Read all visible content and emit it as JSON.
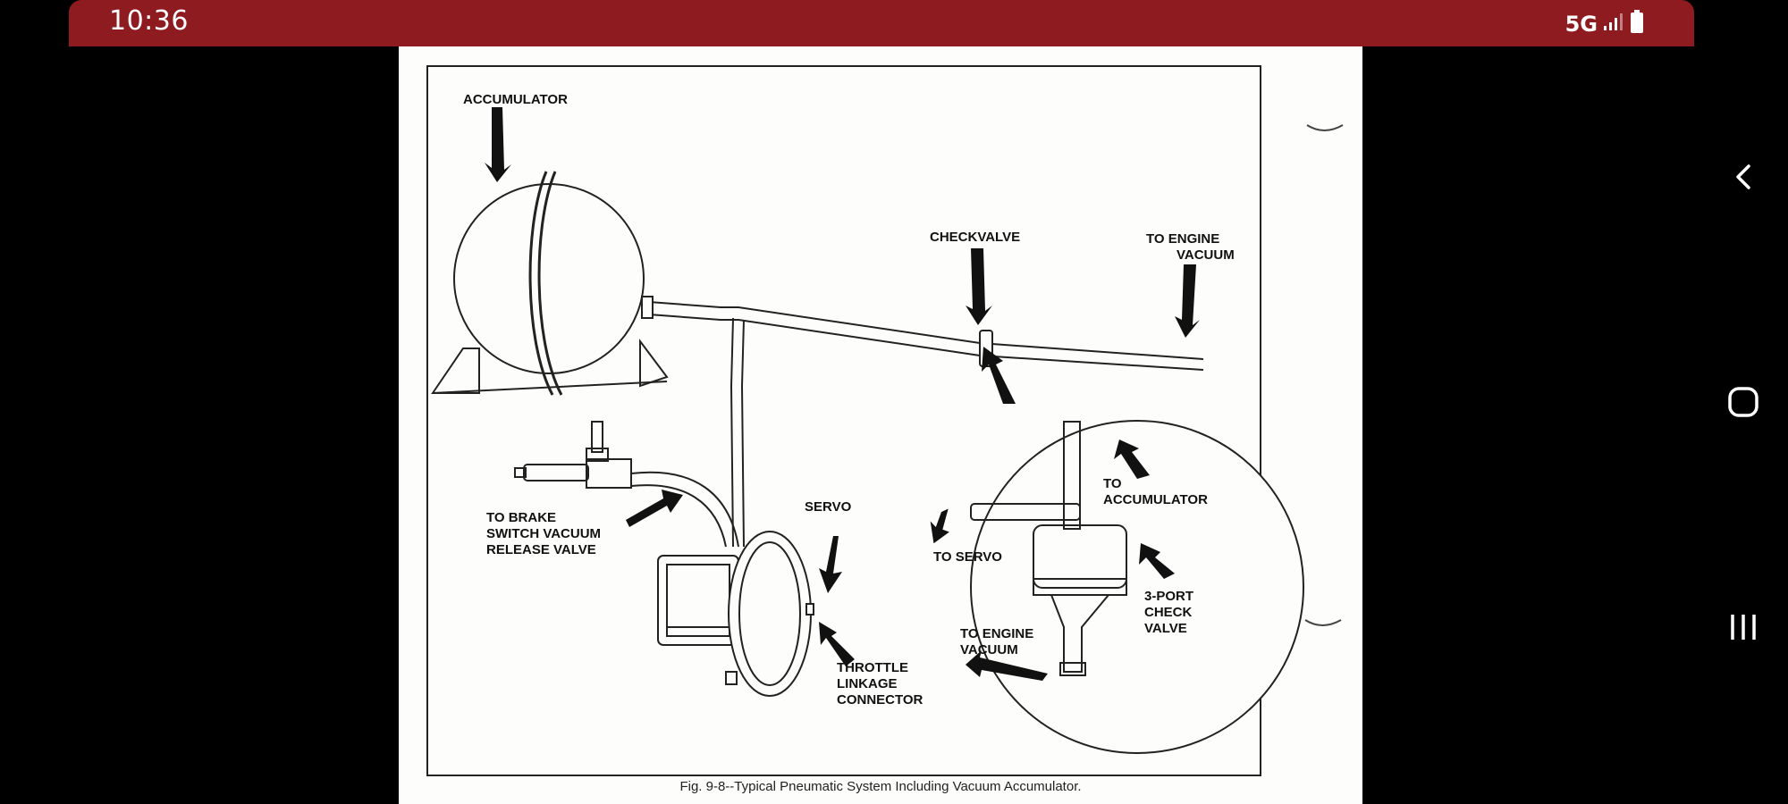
{
  "status_bar": {
    "time": "10:36",
    "network": "5G",
    "signal_icon": "signal-bars-icon",
    "battery_icon": "battery-icon"
  },
  "nav_bar": {
    "back_icon": "chevron-left-icon",
    "home_icon": "home-square-icon",
    "recents_icon": "recents-icon"
  },
  "diagram": {
    "labels": {
      "accumulator": "ACCUMULATOR",
      "checkvalve": "CHECKVALVE",
      "to_engine_vacuum_1": "TO ENGINE",
      "to_engine_vacuum_2": "VACUUM",
      "brake_1": "TO BRAKE",
      "brake_2": "SWITCH VACUUM",
      "brake_3": "RELEASE VALVE",
      "servo": "SERVO",
      "throttle_1": "THROTTLE",
      "throttle_2": "LINKAGE",
      "throttle_3": "CONNECTOR",
      "inset_to_1": "TO",
      "inset_to_accumulator": "ACCUMULATOR",
      "inset_to_servo": "TO SERVO",
      "inset_3port_1": "3-PORT",
      "inset_3port_2": "CHECK",
      "inset_3port_3": "VALVE",
      "inset_engine_1": "TO ENGINE",
      "inset_engine_2": "VACUUM"
    },
    "caption": "Fig. 9-8--Typical Pneumatic System Including Vacuum Accumulator."
  }
}
